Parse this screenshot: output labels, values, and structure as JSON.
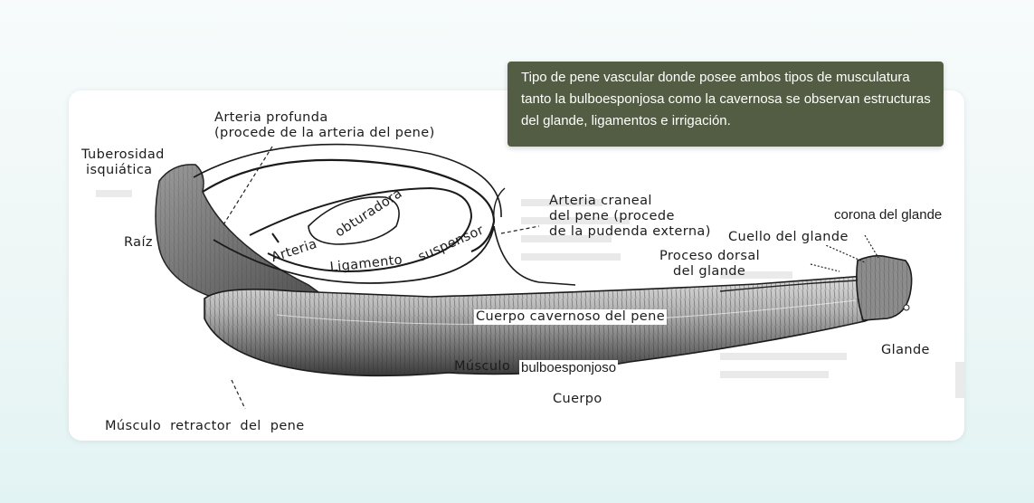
{
  "tooltip": {
    "text": "Tipo de pene vascular donde posee ambos tipos de musculatura tanto la bulboesponjosa como la cavernosa se observan estructuras del glande, ligamentos e irrigación."
  },
  "diagram": {
    "labels": {
      "arteria_profunda": "Arteria profunda\n(procede de la arteria del pene)",
      "tuberosidad_isquiatica": "Tuberosidad\n isquiática",
      "raiz": "Raíz",
      "arteria": "Arteria",
      "obturadora": "obturadora",
      "ligamento": "Ligamento",
      "suspensor": "suspensor",
      "arteria_craneal": "Arteria craneal\ndel pene (procede\nde la pudenda externa)",
      "corona_del_glande": "corona del glande",
      "cuello_del_glande": "Cuello del glande",
      "proceso_dorsal": "Proceso dorsal\n   del glande",
      "cuerpo_cavernoso": "Cuerpo cavernoso del pene",
      "glande": "Glande",
      "musculo_bulbo_a": "Músculo",
      "musculo_bulbo_b": "bulboesponjoso",
      "cuerpo": "Cuerpo",
      "musculo_retractor": "Músculo  retractor  del  pene"
    }
  }
}
